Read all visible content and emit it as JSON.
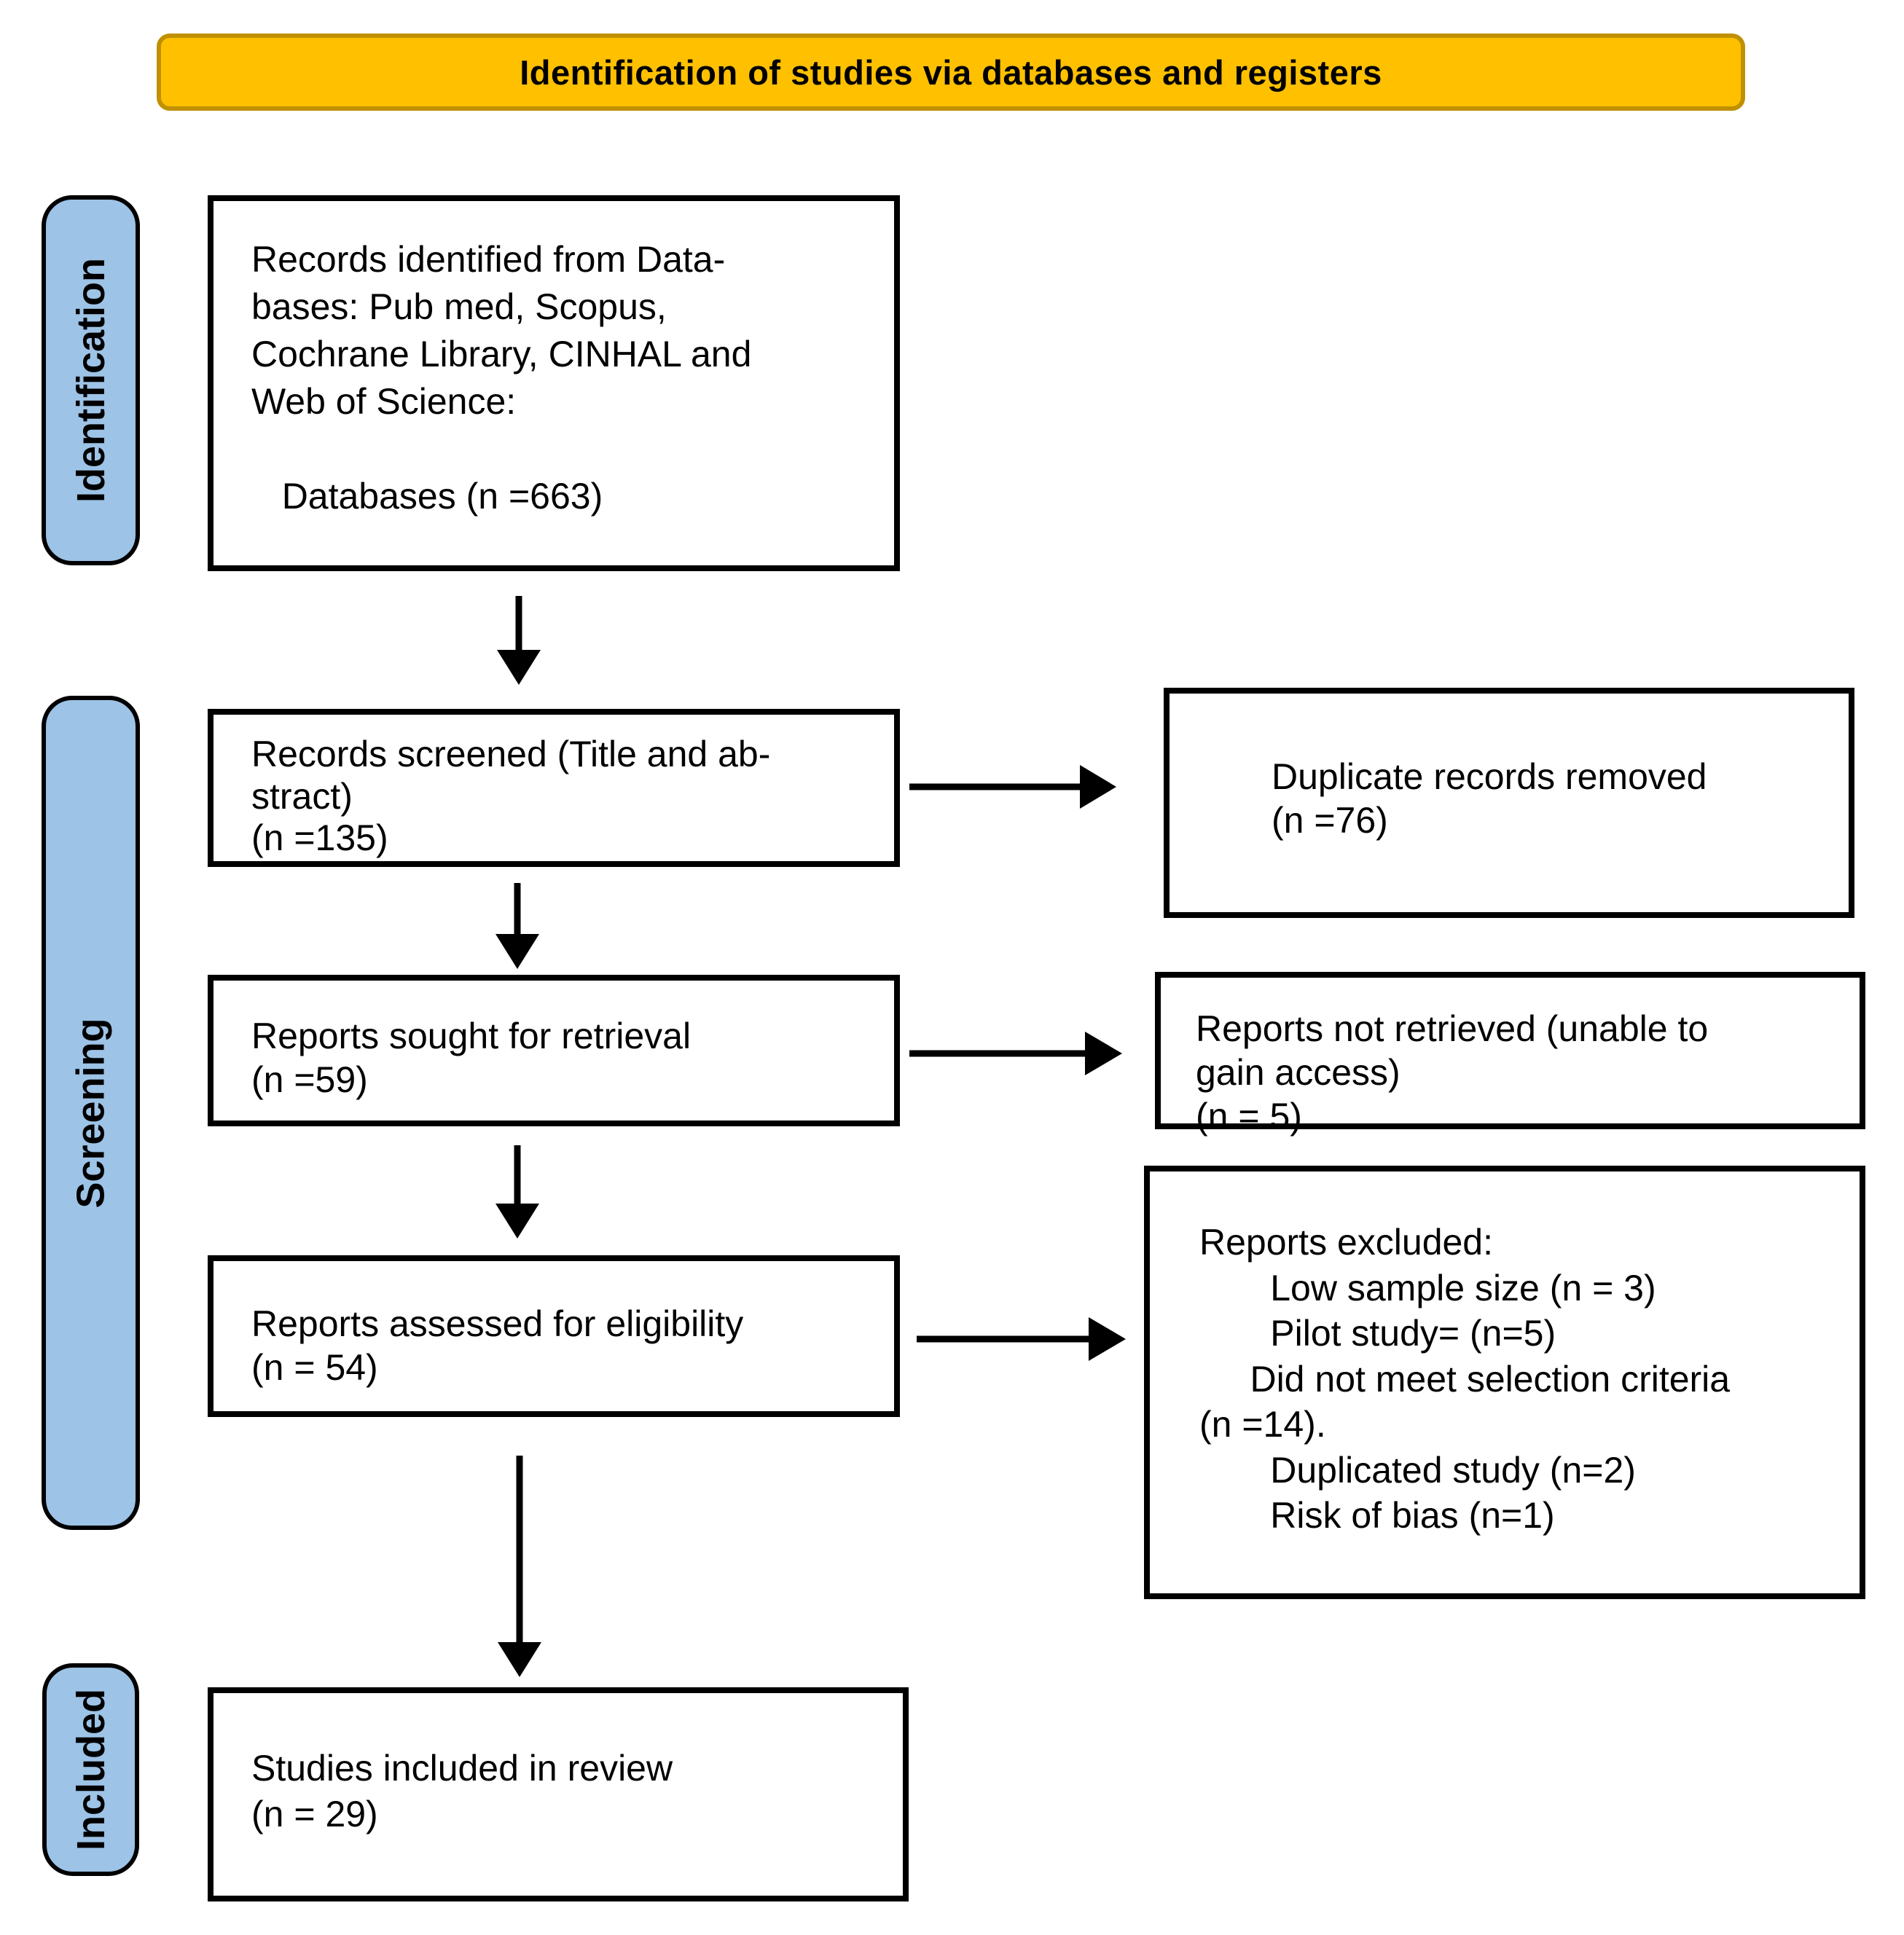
{
  "header": {
    "title": "Identification of studies via databases and registers"
  },
  "stages": [
    {
      "label": "Identification"
    },
    {
      "label": "Screening"
    },
    {
      "label": "Included"
    }
  ],
  "flow_boxes": [
    {
      "name": "records-identified",
      "text": "Records identified from Data-\nbases: Pub med, Scopus,\nCochrane Library, CINHAL and\nWeb of Science:\n\n   Databases (n =663)"
    },
    {
      "name": "records-screened",
      "text": "Records screened (Title and ab-\nstract)\n(n =135)"
    },
    {
      "name": "reports-sought",
      "text": "Reports sought for retrieval\n(n =59)"
    },
    {
      "name": "reports-assessed",
      "text": "Reports assessed for eligibility\n(n = 54)"
    },
    {
      "name": "studies-included",
      "text": "Studies included in review\n(n = 29)"
    }
  ],
  "side_boxes": [
    {
      "name": "duplicate-records-removed",
      "text": "Duplicate records removed\n(n =76)"
    },
    {
      "name": "reports-not-retrieved",
      "text": "Reports not retrieved (unable to\ngain access)\n(n = 5)"
    },
    {
      "name": "reports-excluded",
      "text": "Reports excluded:\n       Low sample size (n = 3)\n       Pilot study= (n=5)\n     Did not meet selection criteria\n(n =14).\n       Duplicated study (n=2)\n       Risk of bias (n=1)"
    }
  ],
  "colors": {
    "header_bg": "#FFC000",
    "header_border": "#BF9000",
    "stage_bg": "#9DC3E6",
    "box_border": "#000000",
    "arrow": "#000000"
  }
}
